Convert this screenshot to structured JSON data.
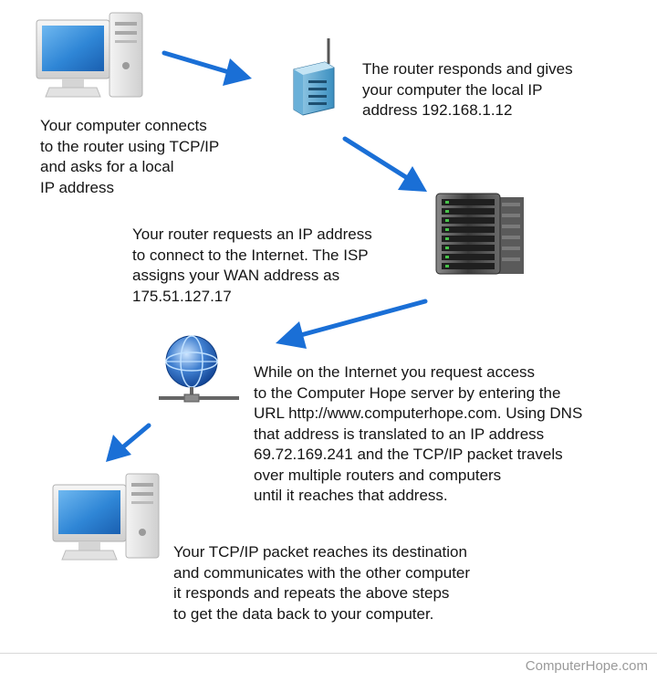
{
  "steps": [
    {
      "text": "Your computer connects\nto the router using TCP/IP\nand asks for a local\nIP address"
    },
    {
      "text": "The router responds and gives\nyour computer the local IP\naddress 192.168.1.12"
    },
    {
      "text": "Your router requests an IP address\nto connect to the Internet. The ISP\nassigns your WAN address as\n175.51.127.17"
    },
    {
      "text": "While on the Internet you request access\nto the Computer Hope server by entering the\nURL http://www.computerhope.com. Using DNS\nthat address is translated to an IP address\n69.72.169.241 and the TCP/IP packet travels\nover multiple routers and computers\nuntil it reaches that address."
    },
    {
      "text": "Your TCP/IP packet reaches its destination\nand communicates with the other computer\nit responds and repeats the above steps\nto get the data back to your computer."
    }
  ],
  "footer": {
    "brand": "ComputerHope.com"
  },
  "icons": [
    "desktop-computer-icon",
    "router-icon",
    "server-rack-icon",
    "globe-network-icon",
    "desktop-computer-icon"
  ],
  "colors": {
    "arrow": "#1a6fd6",
    "screen": "#2f86d6"
  }
}
